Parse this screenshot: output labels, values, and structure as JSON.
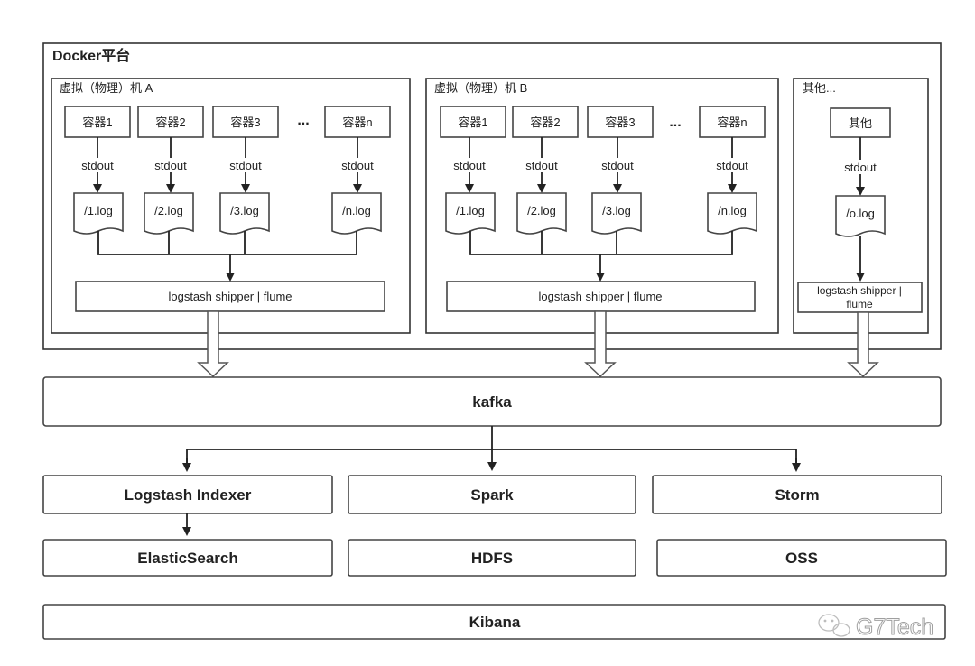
{
  "platform_title": "Docker平台",
  "vm_a": {
    "title": "虚拟（物理）机 A",
    "containers": [
      "容器1",
      "容器2",
      "容器3",
      "容器n"
    ],
    "logs": [
      "/1.log",
      "/2.log",
      "/3.log",
      "/n.log"
    ],
    "ellipsis": "...",
    "shipper": "logstash shipper | flume"
  },
  "vm_b": {
    "title": "虚拟（物理）机 B",
    "containers": [
      "容器1",
      "容器2",
      "容器3",
      "容器n"
    ],
    "logs": [
      "/1.log",
      "/2.log",
      "/3.log",
      "/n.log"
    ],
    "ellipsis": "...",
    "shipper": "logstash shipper | flume"
  },
  "other": {
    "title": "其他...",
    "container": "其他",
    "log": "/o.log",
    "shipper_line1": "logstash shipper |",
    "shipper_line2": "flume"
  },
  "stdout_label": "stdout",
  "kafka": "kafka",
  "processors": [
    "Logstash Indexer",
    "Spark",
    "Storm"
  ],
  "stores": [
    "ElasticSearch",
    "HDFS",
    "OSS"
  ],
  "kibana": "Kibana",
  "watermark": "G7Tech"
}
